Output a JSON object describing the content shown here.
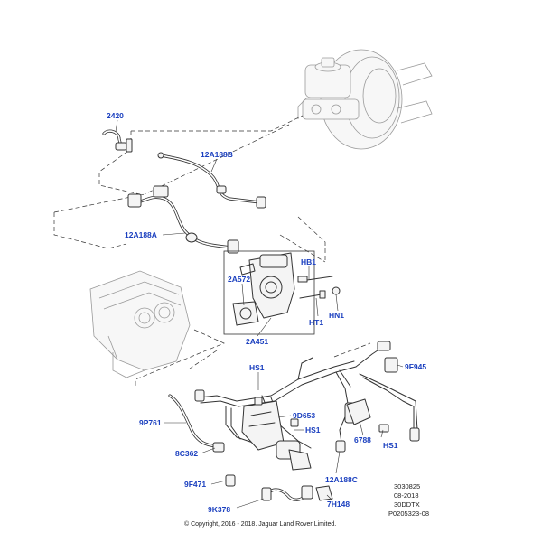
{
  "labels": {
    "p2420": "2420",
    "p12A188B": "12A188B",
    "p12A188A": "12A188A",
    "pHB1": "HB1",
    "p2A572": "2A572",
    "pHT1": "HT1",
    "pHN1": "HN1",
    "p2A451": "2A451",
    "p9F945": "9F945",
    "pHS1a": "HS1",
    "p9D653": "9D653",
    "pHS1b": "HS1",
    "p9P761": "9P761",
    "p8C362": "8C362",
    "p6788": "6788",
    "pHS1c": "HS1",
    "p12A188C": "12A188C",
    "p9F471": "9F471",
    "p7H148": "7H148",
    "p9K378": "9K378"
  },
  "refinfo": {
    "line1": "3030825",
    "line2": "08-2018",
    "line3": "30DDTX",
    "line4": "P0205323-08"
  },
  "copyright": "© Copyright, 2016 - 2018. Jaguar Land Rover Limited."
}
